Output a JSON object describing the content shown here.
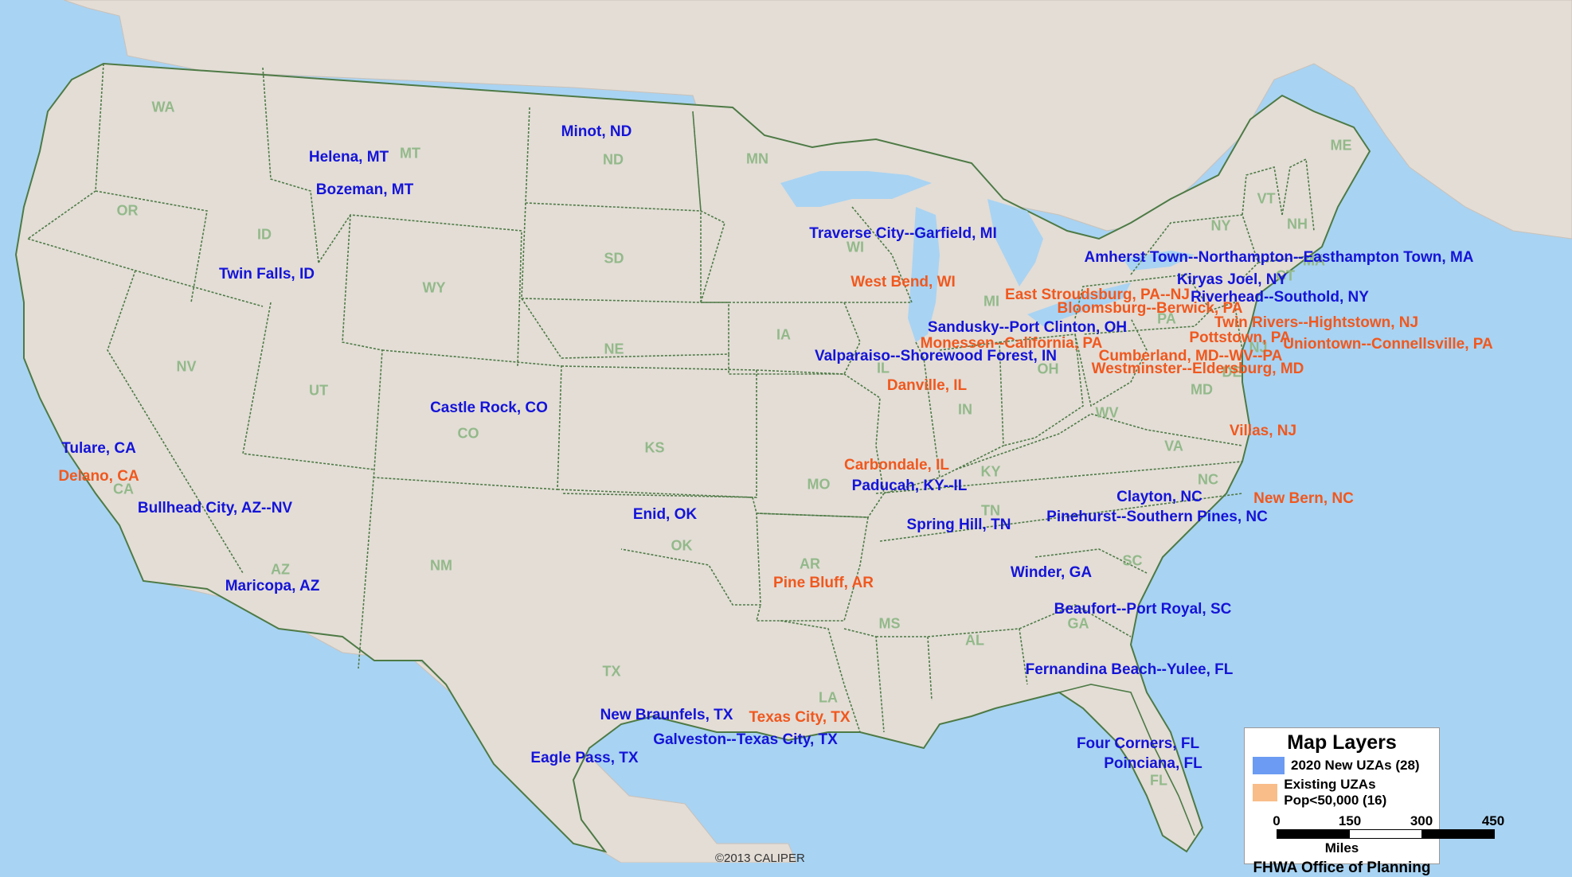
{
  "colors": {
    "ocean": "#a9d3f2",
    "land": "#e3ddd6",
    "border": "#4e7a45",
    "state_label": "#93b98a",
    "new_uza": "#1414d8",
    "existing_uza": "#f0581e",
    "swatch_new": "#6b9bf2",
    "swatch_existing": "#f9bd8a"
  },
  "states": [
    "WA",
    "OR",
    "MT",
    "ID",
    "ND",
    "MN",
    "SD",
    "WY",
    "NE",
    "NV",
    "UT",
    "CO",
    "KS",
    "CA",
    "AZ",
    "NM",
    "OK",
    "TX",
    "IA",
    "MO",
    "AR",
    "LA",
    "WI",
    "MI",
    "IL",
    "IN",
    "OH",
    "KY",
    "TN",
    "MS",
    "AL",
    "GA",
    "SC",
    "NC",
    "VA",
    "WV",
    "PA",
    "NY",
    "VT",
    "NH",
    "ME",
    "FL",
    "MD",
    "DE",
    "NJ",
    "CT",
    "MA"
  ],
  "new_uzas": [
    "Helena, MT",
    "Bozeman, MT",
    "Minot, ND",
    "Twin Falls, ID",
    "Castle Rock, CO",
    "Tulare, CA",
    "Bullhead City, AZ--NV",
    "Maricopa, AZ",
    "Enid, OK",
    "Traverse City--Garfield, MI",
    "Sandusky--Port Clinton, OH",
    "Valparaiso--Shorewood Forest, IN",
    "Paducah, KY--IL",
    "Spring Hill, TN",
    "Amherst Town--Northampton--Easthampton Town, MA",
    "Kiryas Joel, NY",
    "Riverhead--Southold, NY",
    "Clayton, NC",
    "Pinehurst--Southern Pines, NC",
    "Winder, GA",
    "Beaufort--Port Royal, SC",
    "Fernandina Beach--Yulee, FL",
    "New Braunfels, TX",
    "Galveston--Texas City, TX",
    "Eagle Pass, TX",
    "Four Corners, FL",
    "Poinciana, FL"
  ],
  "existing_uzas": [
    "Delano, CA",
    "West Bend, WI",
    "East Stroudsburg, PA--NJ",
    "Bloomsburg--Berwick, PA",
    "Twin Rivers--Hightstown, NJ",
    "Pottstown, PA",
    "Uniontown--Connellsville, PA",
    "Monessen--California, PA",
    "Cumberland, MD--WV--PA",
    "Westminster--Eldersburg, MD",
    "Danville, IL",
    "Villas, NJ",
    "Carbondale, IL",
    "New Bern, NC",
    "Pine Bluff, AR",
    "Texas City, TX"
  ],
  "copyright": "©2013 CALIPER",
  "legend": {
    "title": "Map Layers",
    "items": [
      {
        "label": "2020 New UZAs (28)",
        "color": "#6b9bf2"
      },
      {
        "label": "Existing UZAs Pop<50,000 (16)",
        "color": "#f9bd8a"
      }
    ],
    "scale_ticks": [
      "0",
      "150",
      "300",
      "450"
    ],
    "scale_unit": "Miles",
    "credit": "FHWA Office of Planning"
  }
}
